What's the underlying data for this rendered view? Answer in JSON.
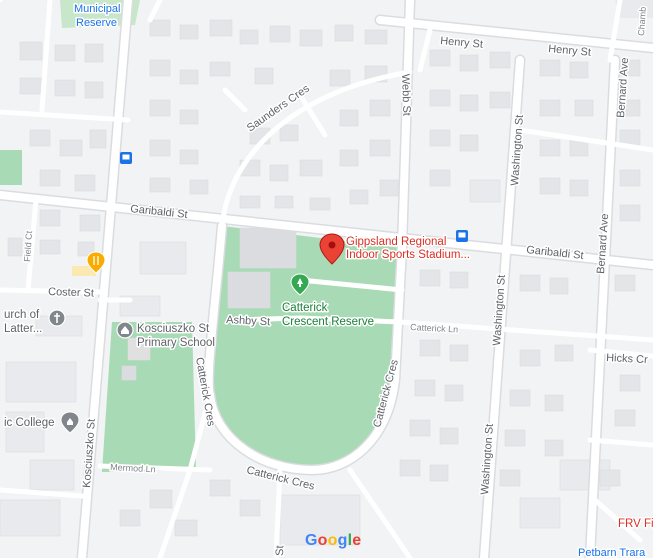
{
  "map": {
    "streets": {
      "henry_1": "Henry St",
      "henry_2": "Henry St",
      "saunders": "Saunders Cres",
      "webb": "Webb St",
      "washington_n": "Washington St",
      "washington_m": "Washington St",
      "washington_s": "Washington St",
      "bernard_n": "Bernard Ave",
      "bernard_s": "Bernard Ave",
      "garibaldi_w": "Garibaldi St",
      "garibaldi_e": "Garibaldi St",
      "field": "Field Ct",
      "coster": "Coster St",
      "ashby": "Ashby St",
      "catterick_ln": "Catterick Ln",
      "catterick_cres_w": "Catterick Cres",
      "catterick_cres_e": "Catterick Cres",
      "catterick_cres_s": "Catterick Cres",
      "kosciuszko": "Kosciuszko St",
      "mermod": "Mermod Ln",
      "hicks": "Hicks Cr",
      "chamb": "Chamb",
      "bottom_st": "St"
    },
    "places": {
      "municipal_1": "Municipal",
      "municipal_2": "Reserve",
      "stadium_1": "Gippsland Regional",
      "stadium_2": "Indoor Sports Stadium...",
      "reserve_1": "Catterick",
      "reserve_2": "Crescent Reserve",
      "school_1": "Kosciuszko St",
      "school_2": "Primary School",
      "church_1": "urch of",
      "church_2": "Latter...",
      "college": "ic College",
      "frv": "FRV Fi",
      "petbarn": "Petbarn Trara"
    },
    "icons": [
      "location-pin-icon",
      "park-pin-icon",
      "restaurant-pin-icon",
      "school-icon",
      "church-icon",
      "bus-stop-icon"
    ],
    "colors": {
      "park": "#a8dab5",
      "pin_red": "#ea4335",
      "pin_green": "#34a853",
      "pin_orange": "#f9ab00",
      "poi_grey": "#80868b",
      "bus": "#1a73e8"
    },
    "attribution": {
      "logo": [
        "G",
        "o",
        "o",
        "g",
        "l",
        "e"
      ]
    }
  }
}
